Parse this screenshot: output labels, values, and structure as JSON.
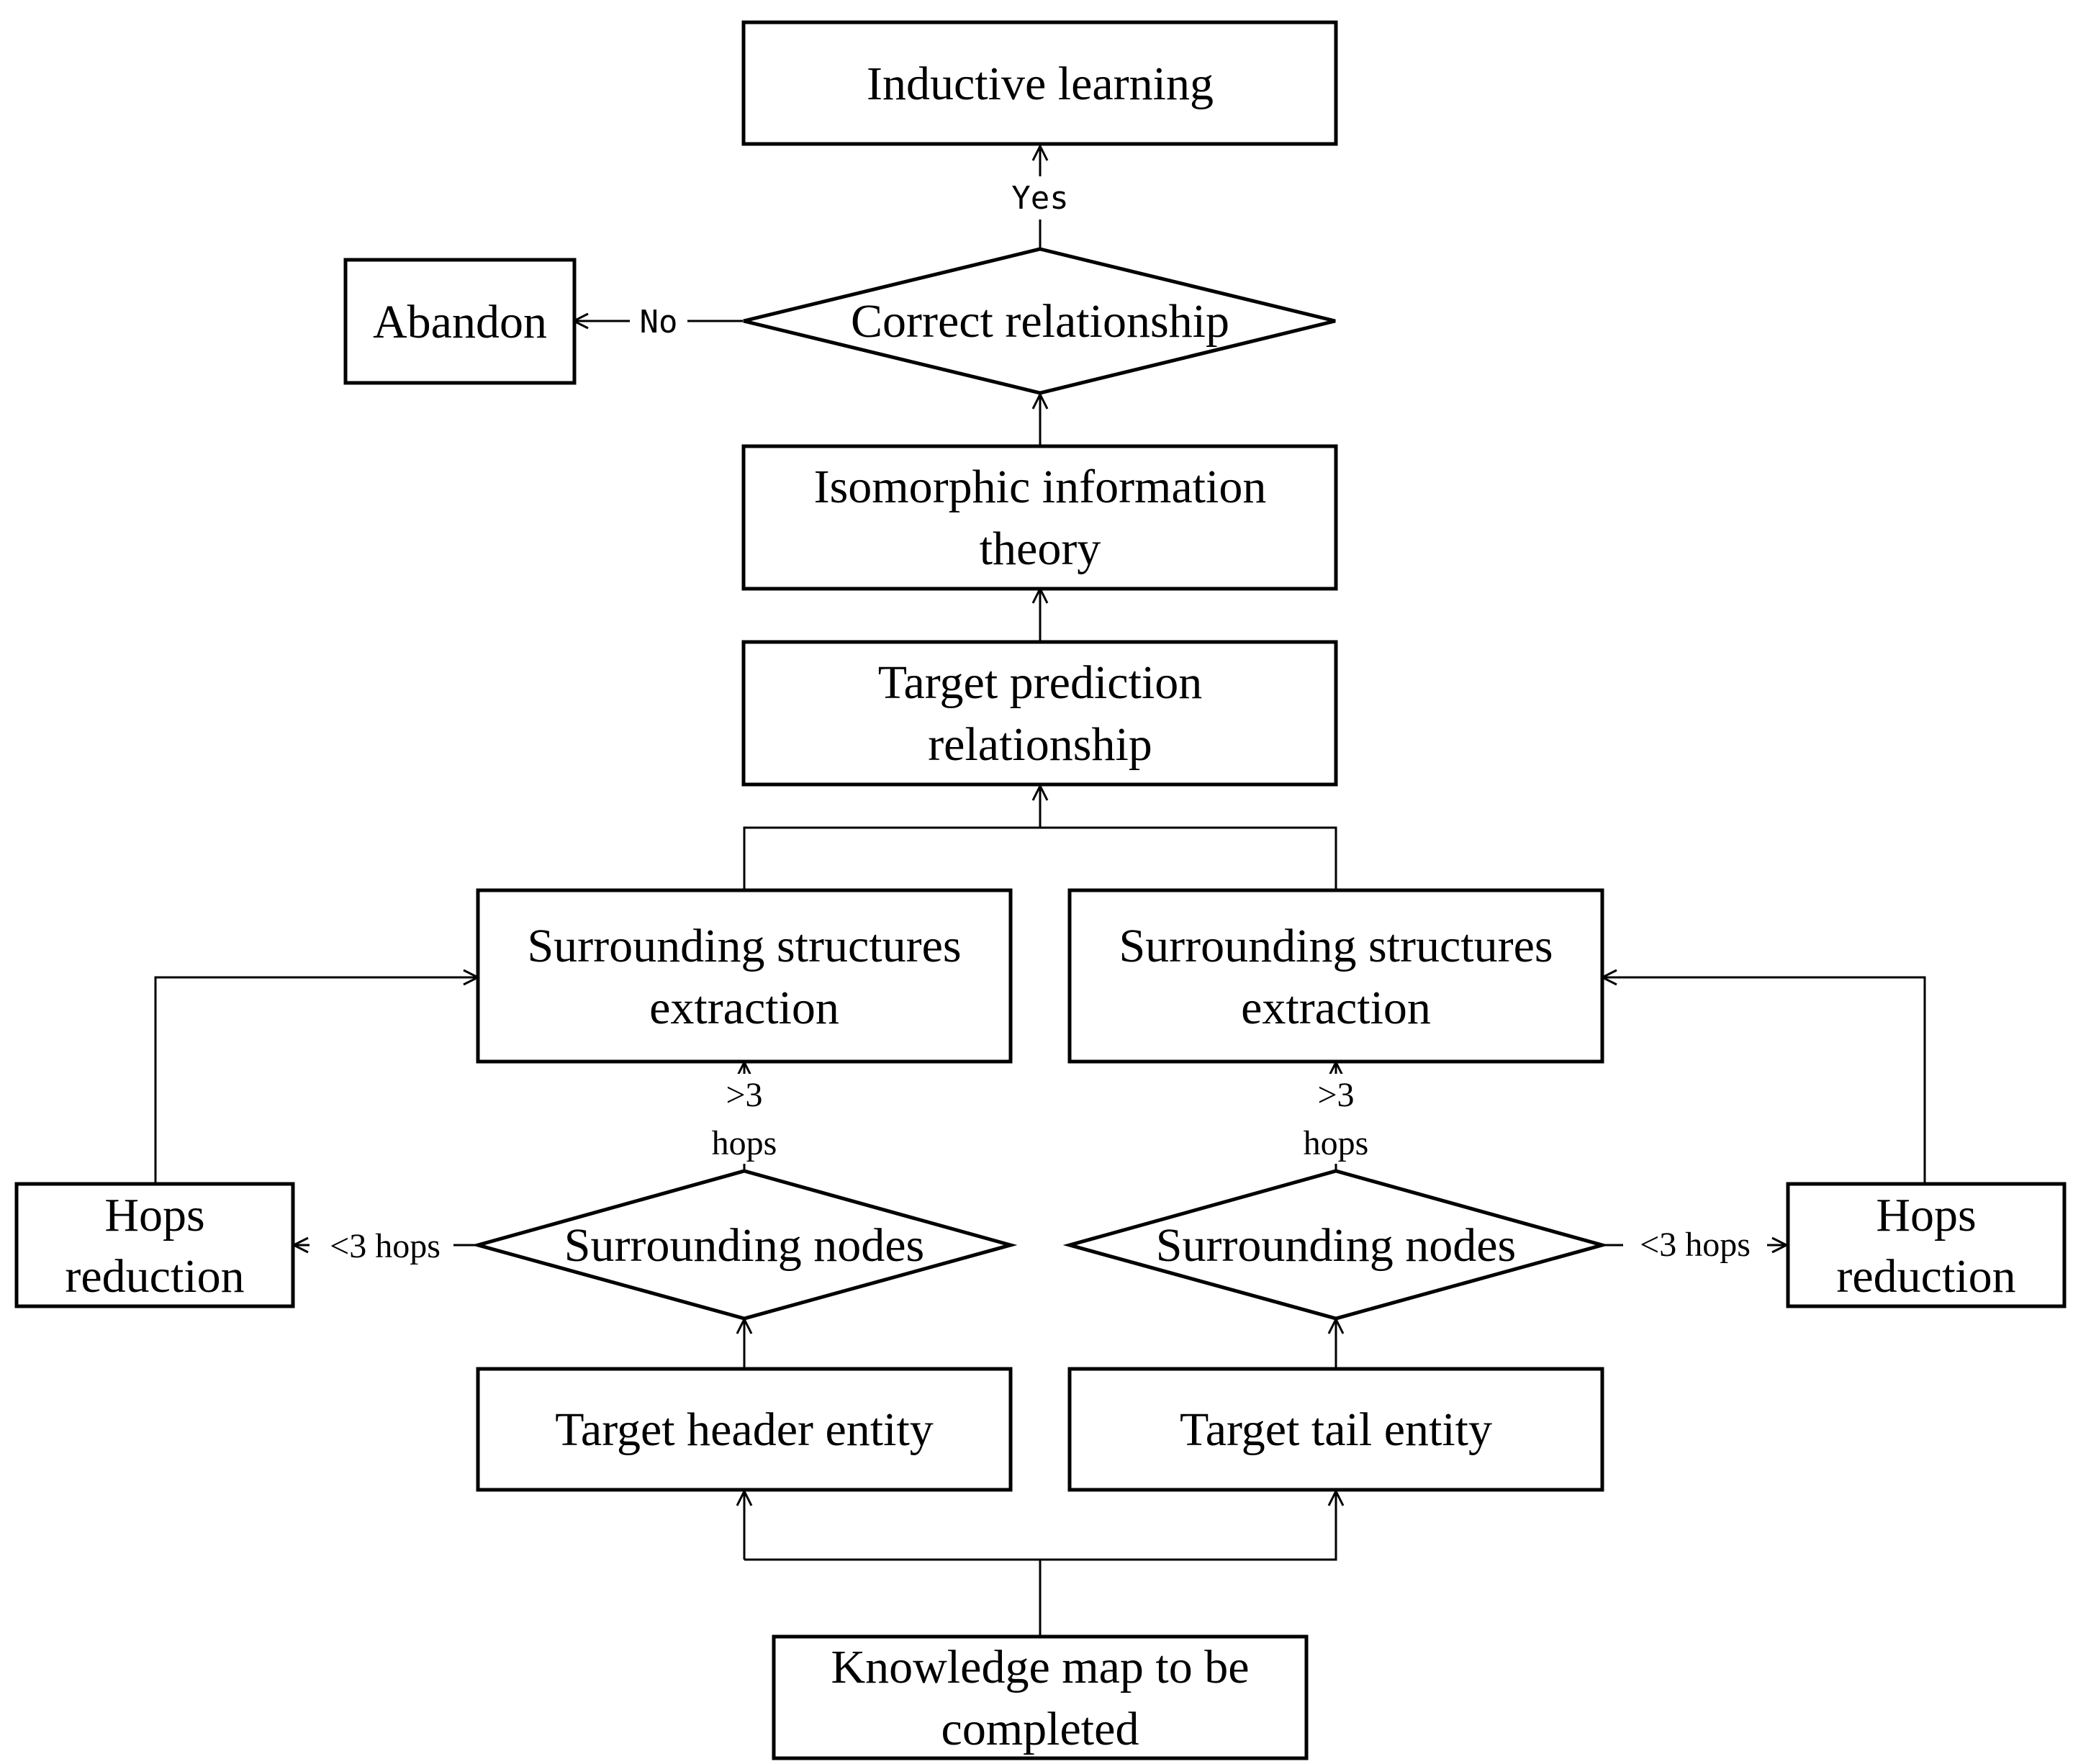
{
  "nodes": {
    "inductive_learning": {
      "lines": [
        "Inductive learning"
      ]
    },
    "correct_relationship": {
      "lines": [
        "Correct relationship"
      ]
    },
    "abandon": {
      "lines": [
        "Abandon"
      ]
    },
    "isomorphic_information_theory": {
      "lines": [
        "Isomorphic information",
        "theory"
      ]
    },
    "target_prediction_relationship": {
      "lines": [
        "Target prediction",
        "relationship"
      ]
    },
    "surrounding_structures_left": {
      "lines": [
        "Surrounding structures",
        "extraction"
      ]
    },
    "surrounding_structures_right": {
      "lines": [
        "Surrounding structures",
        "extraction"
      ]
    },
    "hops_reduction_left": {
      "lines": [
        "Hops",
        "reduction"
      ]
    },
    "hops_reduction_right": {
      "lines": [
        "Hops",
        "reduction"
      ]
    },
    "surrounding_nodes_left": {
      "lines": [
        "Surrounding nodes"
      ]
    },
    "surrounding_nodes_right": {
      "lines": [
        "Surrounding nodes"
      ]
    },
    "target_header_entity": {
      "lines": [
        "Target header entity"
      ]
    },
    "target_tail_entity": {
      "lines": [
        "Target tail entity"
      ]
    },
    "knowledge_map": {
      "lines": [
        "Knowledge map to be",
        "completed"
      ]
    }
  },
  "edge_labels": {
    "yes": "Yes",
    "no": "No",
    "gt3_left": [
      ">3",
      "hops"
    ],
    "gt3_right": [
      ">3",
      "hops"
    ],
    "lt3_left": "<3 hops",
    "lt3_right": "<3 hops"
  }
}
